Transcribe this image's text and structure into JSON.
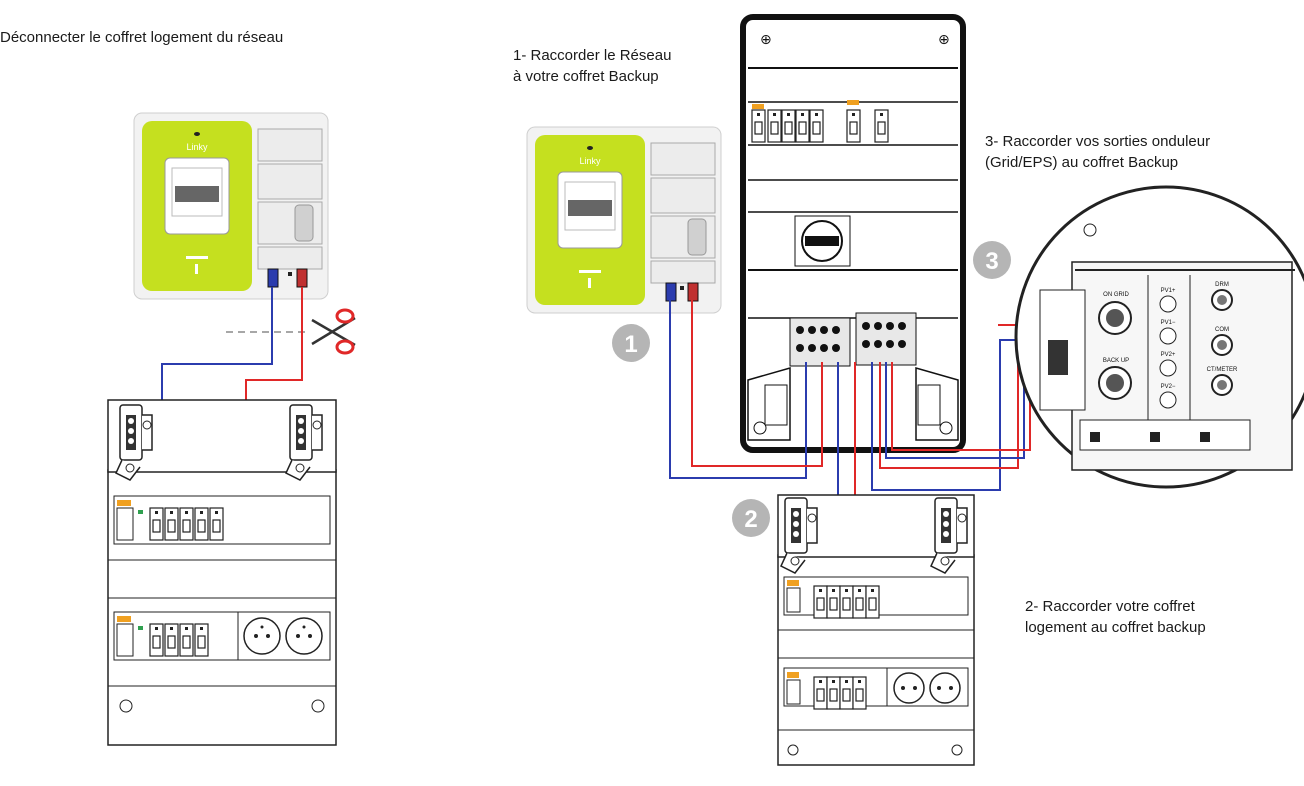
{
  "texts": {
    "disconnect": "Déconnecter le coffret logement du réseau",
    "step1_line1": "1- Raccorder le Réseau",
    "step1_line2": "à votre coffret Backup",
    "step3_line1": "3- Raccorder vos sorties onduleur",
    "step3_line2": "(Grid/EPS) au coffret Backup",
    "step2_line1": "2- Raccorder votre coffret",
    "step2_line2": "logement au coffret backup"
  },
  "meter": {
    "brand": "Linky"
  },
  "badges": {
    "b1": "1",
    "b2": "2",
    "b3": "3"
  },
  "inverter_ports": {
    "on_grid": "ON GRID",
    "back_up": "BACK UP",
    "pv1_plus": "PV1+",
    "pv1_minus": "PV1−",
    "pv2_plus": "PV2+",
    "pv2_minus": "PV2−",
    "drm": "DRM",
    "com": "COM",
    "ct_meter": "CT/METER"
  },
  "colors": {
    "meter_green": "#c5e01f",
    "wire_blue": "#2b3cae",
    "wire_red": "#e02828",
    "badge_grey": "#b5b5b5",
    "cut_line": "#8a8a8a"
  }
}
